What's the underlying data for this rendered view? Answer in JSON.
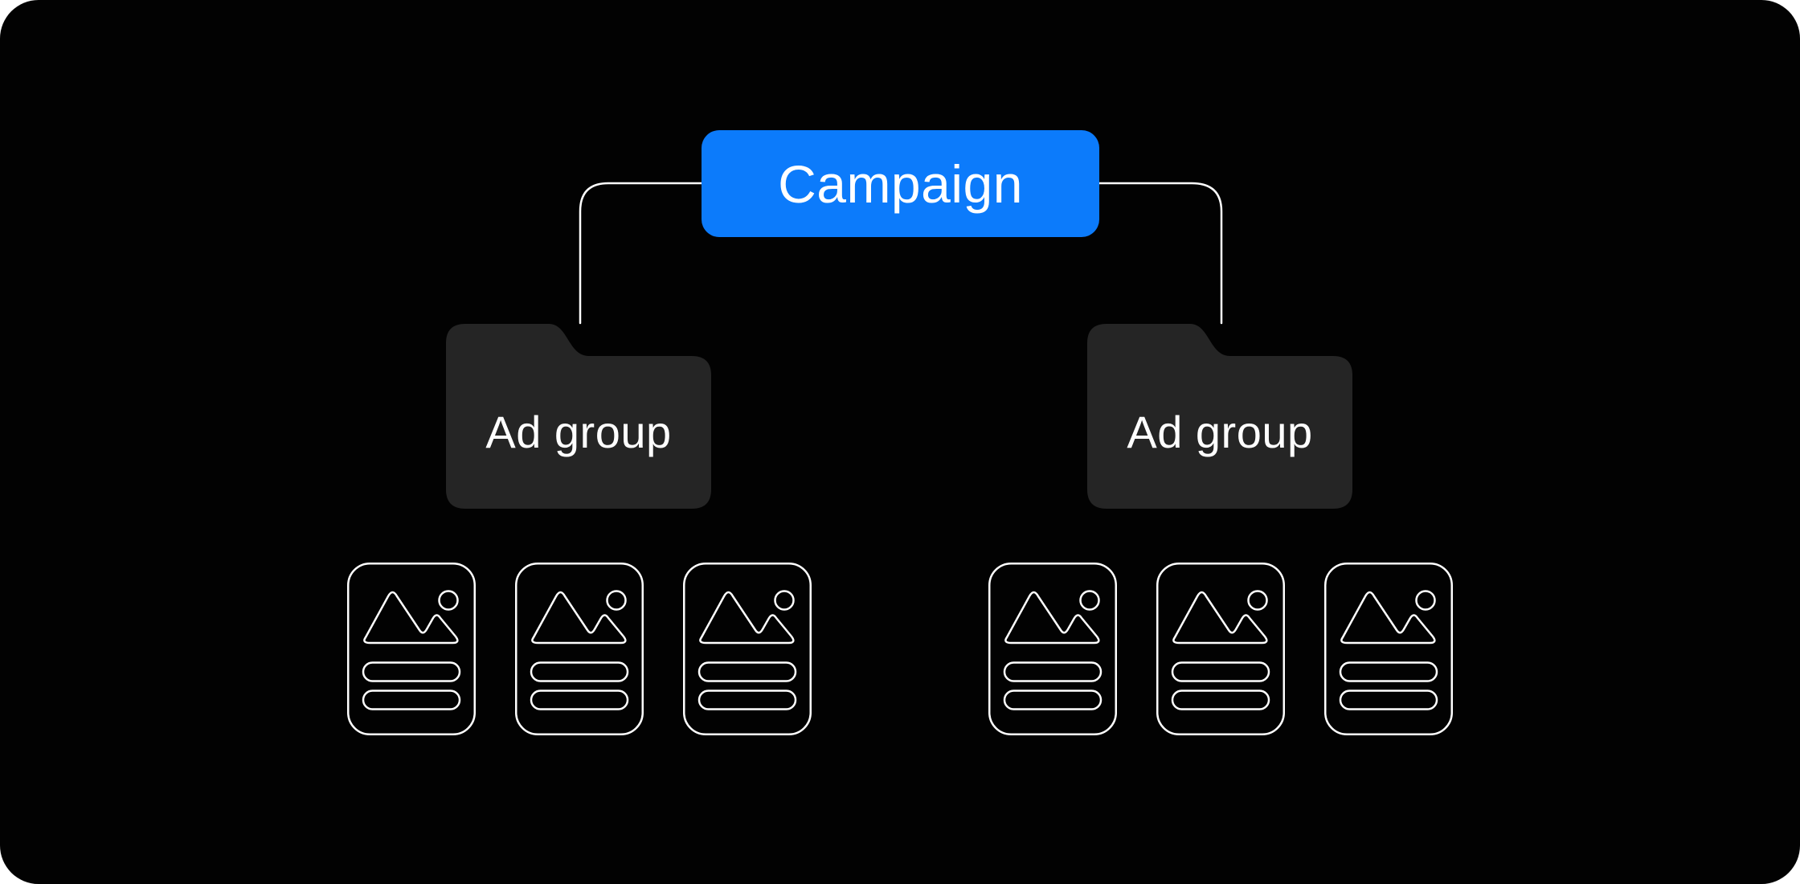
{
  "colors": {
    "page_background": "#ffffff",
    "panel_background": "#020202",
    "accent_blue": "#0c7bfb",
    "folder_fill": "#252525",
    "line_white": "#ffffff",
    "text_white": "#ffffff"
  },
  "hierarchy": {
    "campaign": {
      "label": "Campaign"
    },
    "ad_groups": [
      {
        "label": "Ad group",
        "ads_count": 3
      },
      {
        "label": "Ad group",
        "ads_count": 3
      }
    ]
  },
  "icons": {
    "folder": "folder-shape",
    "ad_card": "ad-card-outline",
    "ad_card_image": "image-placeholder-icon (mountain + sun)",
    "ad_card_text": "text-line-pills"
  }
}
